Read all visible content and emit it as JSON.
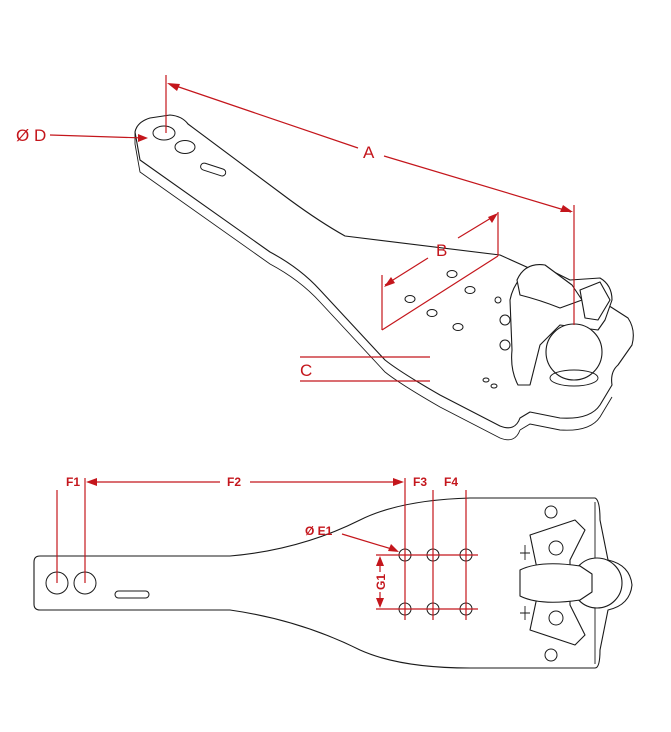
{
  "labels": {
    "A": "A",
    "B": "B",
    "C": "C",
    "D": "Ø D",
    "E1": "Ø E1",
    "F1": "F1",
    "F2": "F2",
    "F3": "F3",
    "F4": "F4",
    "G1": "G1"
  },
  "colors": {
    "dimension": "#c4161c",
    "outline": "#1a1a1a",
    "background": "#ffffff"
  }
}
